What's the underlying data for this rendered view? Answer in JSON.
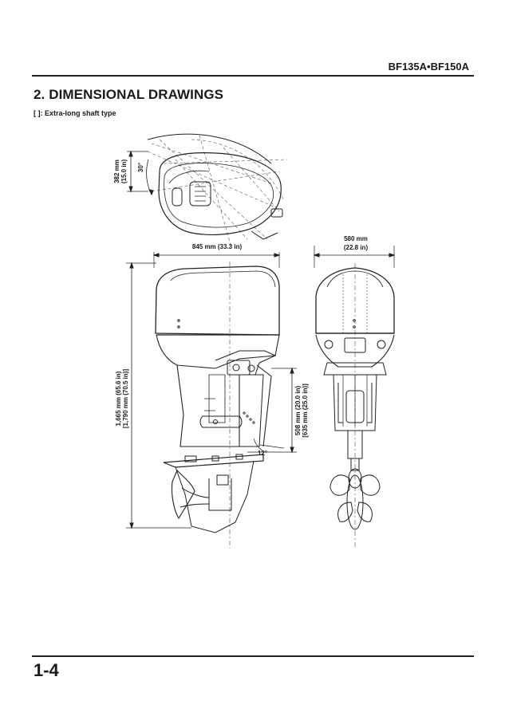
{
  "header": {
    "model": "BF135A•BF150A"
  },
  "section": {
    "title": "2. DIMENSIONAL DRAWINGS",
    "note": "[ ]: Extra-long shaft type"
  },
  "dimensions": {
    "tilt_height_mm": "382 mm",
    "tilt_height_in": "(15.0 in)",
    "tilt_angle": "30°",
    "length": "845 mm (33.3 in)",
    "width_mm": "580 mm",
    "width_in": "(22.8 in)",
    "height": "1,665 mm (65.6 in)",
    "height_xl": "[1,790 mm (70.5 in)]",
    "transom": "508 mm (20.0 in)",
    "transom_xl": "[635 mm (25.0 in)]",
    "trim_angle": "12°"
  },
  "footer": {
    "page_number": "1-4"
  }
}
